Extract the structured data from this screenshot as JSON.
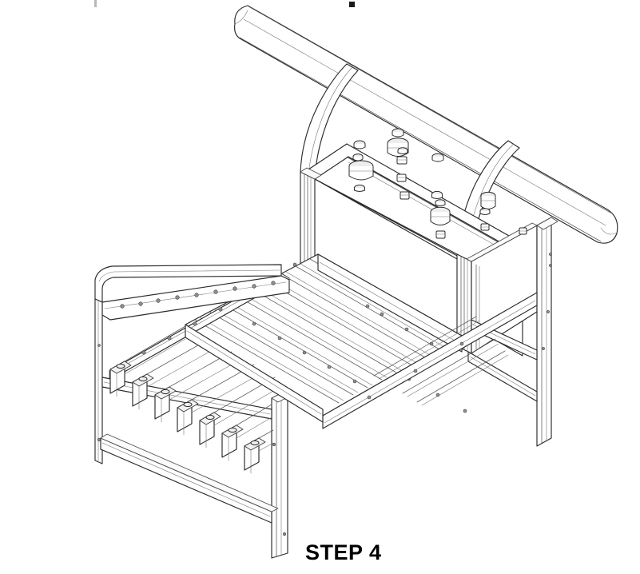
{
  "document": {
    "kind": "assembly-instruction-line-drawing",
    "caption": "STEP 4",
    "subject": "bed frame with headboard panel, side rails, support slats and hardware"
  },
  "caption": {
    "text": "STEP 4"
  },
  "marks": {
    "top_left_tick": "",
    "top_center_dot": ""
  },
  "diagram": {
    "title": "STEP 4",
    "parts": [
      {
        "id": "headboard-panel",
        "label": ""
      },
      {
        "id": "headboard-left-post",
        "label": ""
      },
      {
        "id": "headboard-right-post",
        "label": ""
      },
      {
        "id": "top-rail-tube",
        "label": ""
      },
      {
        "id": "side-panel-right",
        "label": ""
      },
      {
        "id": "footboard-frame",
        "label": ""
      },
      {
        "id": "slat-deck",
        "label": ""
      },
      {
        "id": "slat-brackets",
        "label": ""
      },
      {
        "id": "center-support-rail",
        "label": ""
      }
    ],
    "hardware": [
      {
        "id": "barrel-nut-1",
        "type": "barrel-nut"
      },
      {
        "id": "barrel-nut-2",
        "type": "barrel-nut"
      },
      {
        "id": "barrel-nut-3",
        "type": "barrel-nut"
      },
      {
        "id": "barrel-nut-4",
        "type": "barrel-nut"
      },
      {
        "id": "bolt-head-1",
        "type": "bolt-head"
      },
      {
        "id": "bolt-head-2",
        "type": "bolt-head"
      },
      {
        "id": "bolt-head-3",
        "type": "bolt-head"
      },
      {
        "id": "bolt-head-4",
        "type": "bolt-head"
      },
      {
        "id": "bolt-head-5",
        "type": "bolt-head"
      },
      {
        "id": "bolt-head-6",
        "type": "bolt-head"
      },
      {
        "id": "washer-1",
        "type": "washer"
      },
      {
        "id": "washer-2",
        "type": "washer"
      },
      {
        "id": "washer-3",
        "type": "washer"
      },
      {
        "id": "washer-4",
        "type": "washer"
      },
      {
        "id": "washer-5",
        "type": "washer"
      },
      {
        "id": "washer-6",
        "type": "washer"
      }
    ],
    "colors": {
      "line": "#2b2b2b",
      "thin_line": "#5a5a5a",
      "fill": "#ffffff",
      "shade": "#f2f2f2",
      "hole": "#8e8e8e",
      "background": "#ffffff",
      "caption": "#000000"
    }
  }
}
